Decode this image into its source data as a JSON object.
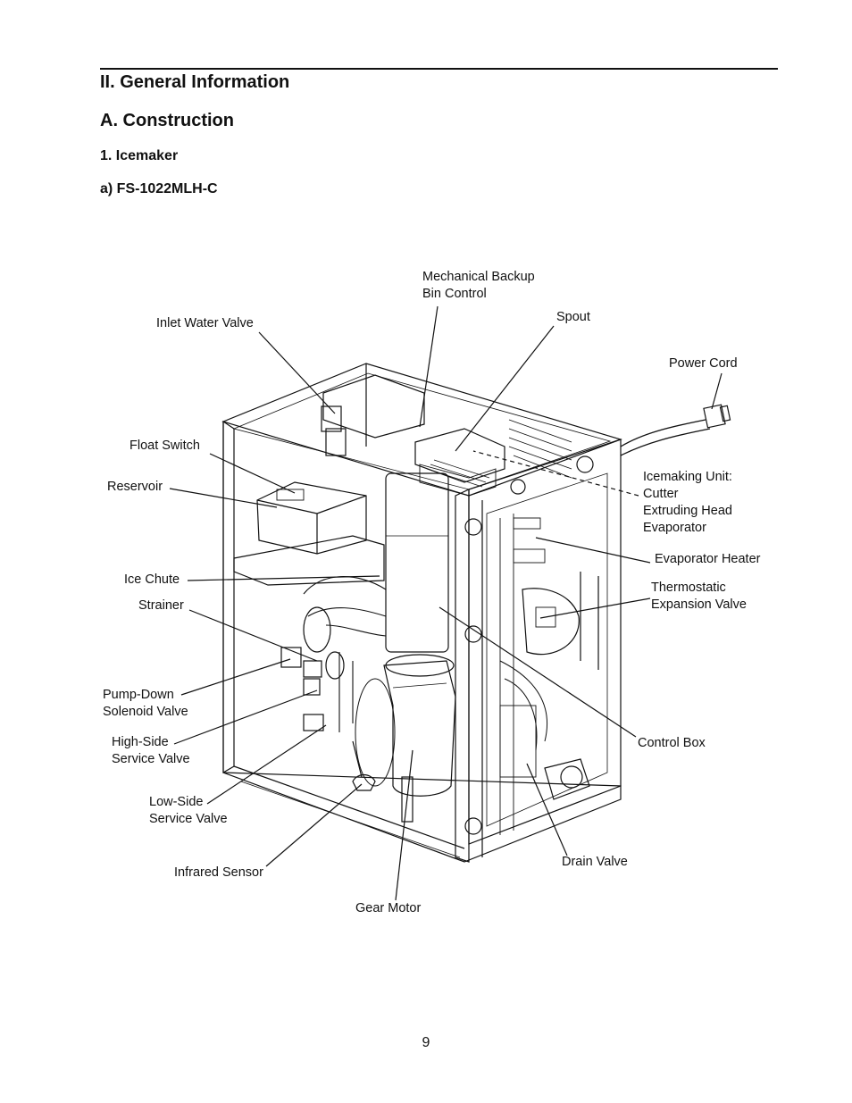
{
  "headings": {
    "section": "II. General Information",
    "subsection": "A. Construction",
    "item": "1. Icemaker",
    "model": "a) FS-1022MLH-C"
  },
  "callouts": {
    "mechanical_backup": [
      "Mechanical Backup",
      "Bin Control"
    ],
    "spout": "Spout",
    "inlet_water_valve": "Inlet Water Valve",
    "power_cord": "Power Cord",
    "float_switch": "Float Switch",
    "reservoir": "Reservoir",
    "icemaking_unit": [
      "Icemaking Unit:",
      "Cutter",
      "Extruding Head",
      "Evaporator"
    ],
    "evaporator_heater": "Evaporator Heater",
    "ice_chute": "Ice Chute",
    "thermostatic_valve": [
      "Thermostatic",
      "Expansion Valve"
    ],
    "strainer": "Strainer",
    "pump_down": [
      "Pump-Down",
      "Solenoid Valve"
    ],
    "control_box": "Control Box",
    "high_side": [
      "High-Side",
      "Service Valve"
    ],
    "low_side": [
      "Low-Side",
      "Service Valve"
    ],
    "drain_valve": "Drain Valve",
    "infrared_sensor": "Infrared Sensor",
    "gear_motor": "Gear Motor"
  },
  "page_number": "9"
}
